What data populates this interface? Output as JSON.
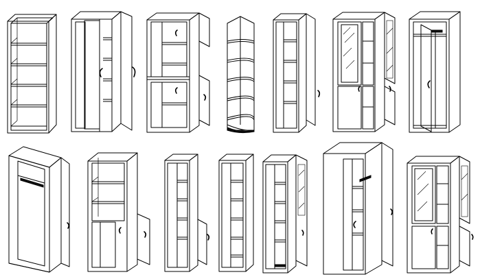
{
  "cabinets": [
    {
      "id": "open-bookcase",
      "doors": "none",
      "shelves": 5
    },
    {
      "id": "wardrobe-shelf-two-door",
      "doors": "two-open",
      "shelves": 5
    },
    {
      "id": "cabinet-upper-lower-doors",
      "doors": "four-open",
      "shelves": 4
    },
    {
      "id": "corner-shelf-unit",
      "doors": "none",
      "shelves": 6
    },
    {
      "id": "narrow-cabinet-one-door",
      "doors": "one-open",
      "shelves": 5
    },
    {
      "id": "glass-top-display-cabinet",
      "doors": "glass-top-solid-bottom",
      "shelves": 5
    },
    {
      "id": "wardrobe-hanging-rail",
      "doors": "one-open",
      "shelves": 1
    },
    {
      "id": "corner-wardrobe",
      "doors": "one-open",
      "shelves": 1
    },
    {
      "id": "bookcase-lower-doors",
      "doors": "two-open-lower",
      "shelves": 5
    },
    {
      "id": "narrow-shelf-lower-door",
      "doors": "one-open-lower",
      "shelves": 6
    },
    {
      "id": "narrow-open-shelf",
      "doors": "none",
      "shelves": 6
    },
    {
      "id": "narrow-glass-door-cabinet",
      "doors": "one-glass-open",
      "shelves": 6
    },
    {
      "id": "hall-wardrobe",
      "doors": "one-open",
      "shelves": 5
    },
    {
      "id": "glass-display-cabinet",
      "doors": "glass-top-solid-bottom",
      "shelves": 5
    }
  ]
}
